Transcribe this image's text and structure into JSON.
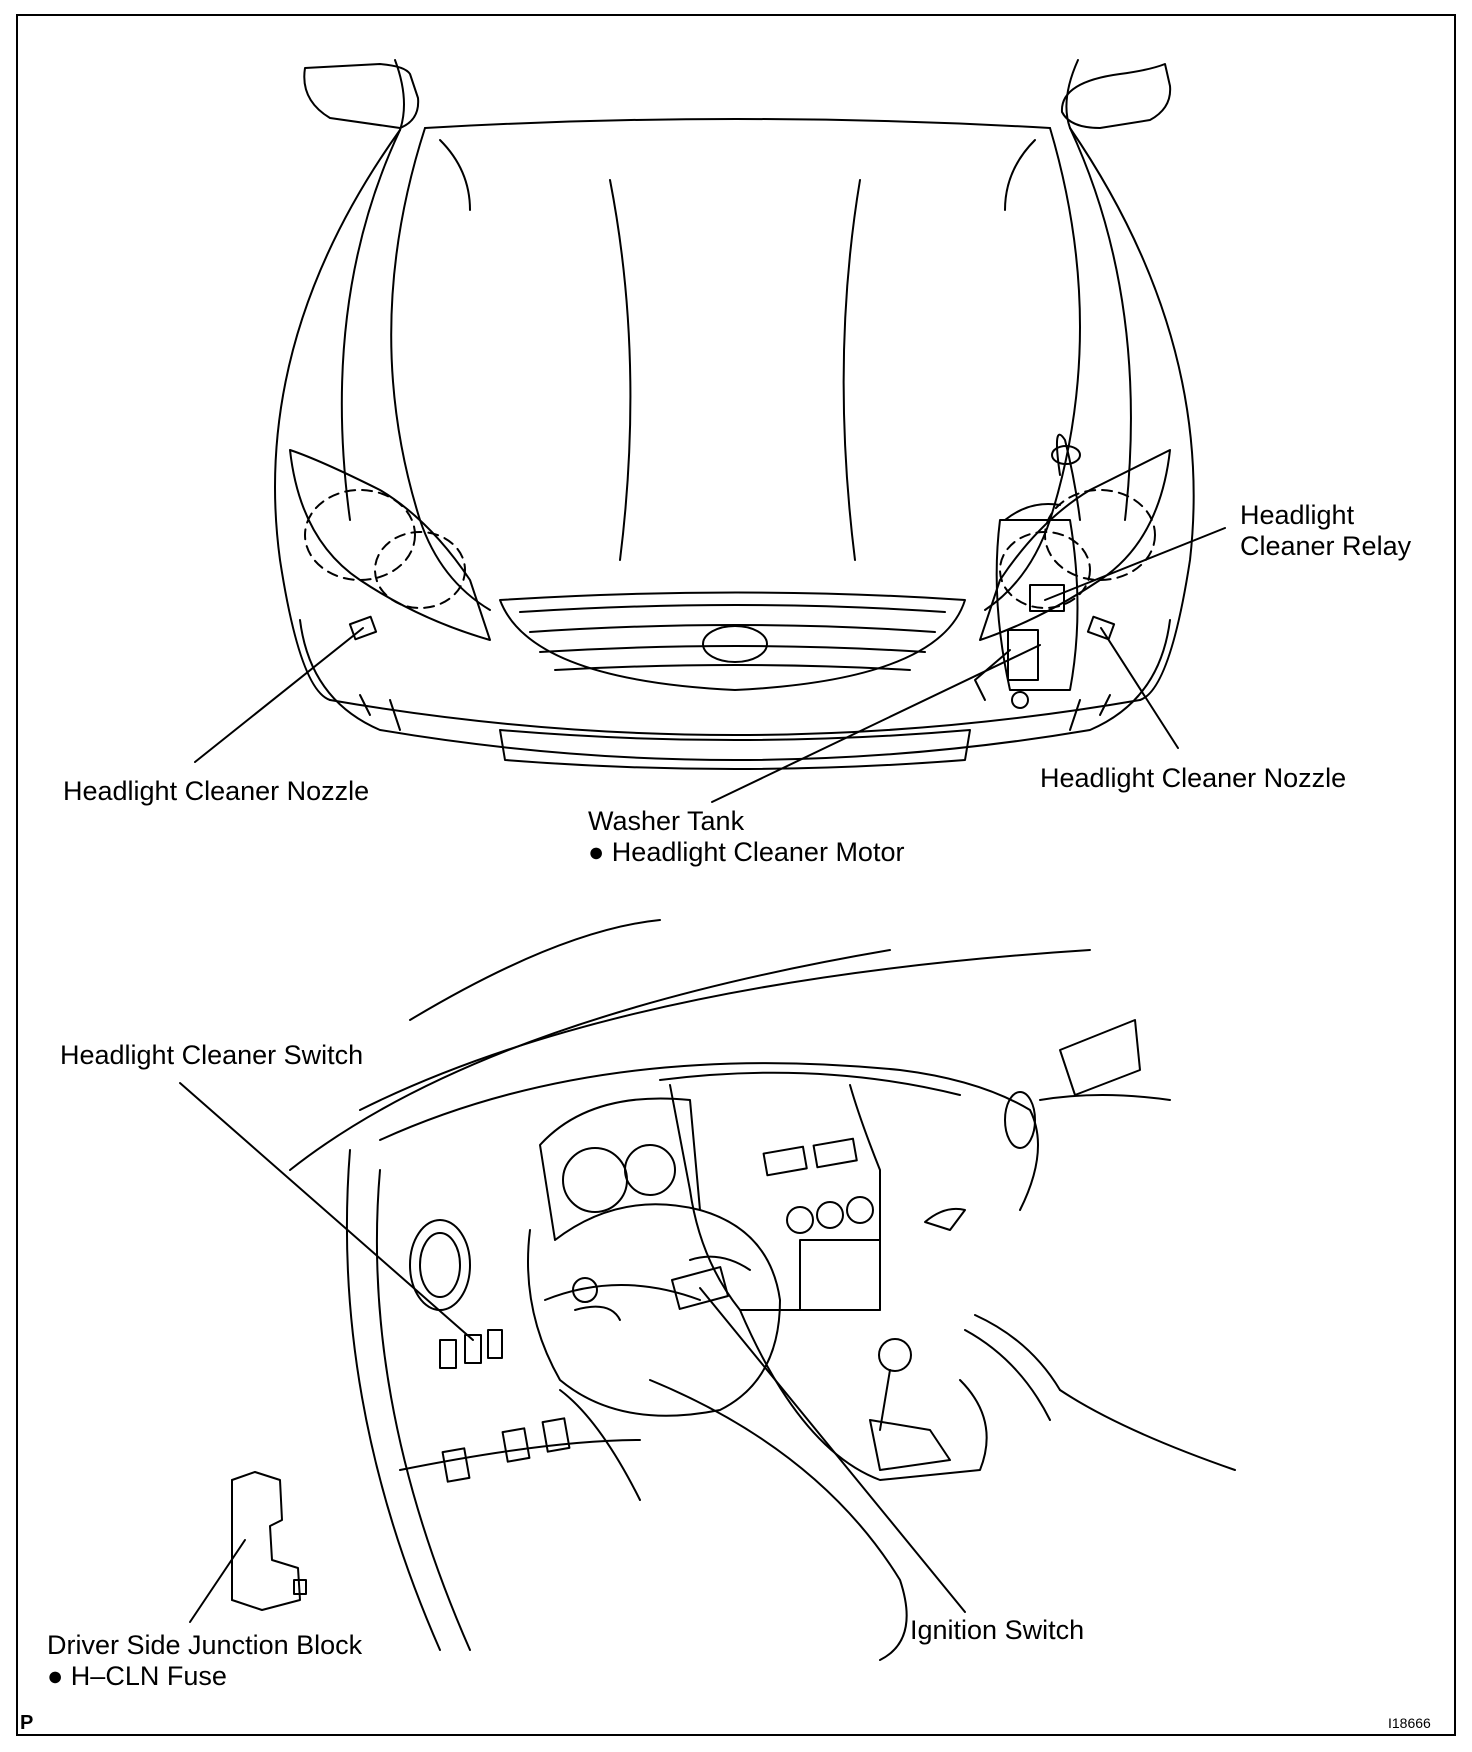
{
  "labels": {
    "headlight_cleaner_relay": [
      "Headlight",
      "Cleaner Relay"
    ],
    "headlight_cleaner_nozzle_left": "Headlight Cleaner Nozzle",
    "headlight_cleaner_nozzle_right": "Headlight Cleaner Nozzle",
    "washer_tank": "Washer Tank",
    "headlight_cleaner_motor": "● Headlight Cleaner Motor",
    "headlight_cleaner_switch": "Headlight Cleaner Switch",
    "ignition_switch": "Ignition Switch",
    "driver_side_junction_block": "Driver Side Junction Block",
    "h_cln_fuse": "● H–CLN Fuse"
  },
  "corner_mark": "P",
  "figure_number": "I18666"
}
